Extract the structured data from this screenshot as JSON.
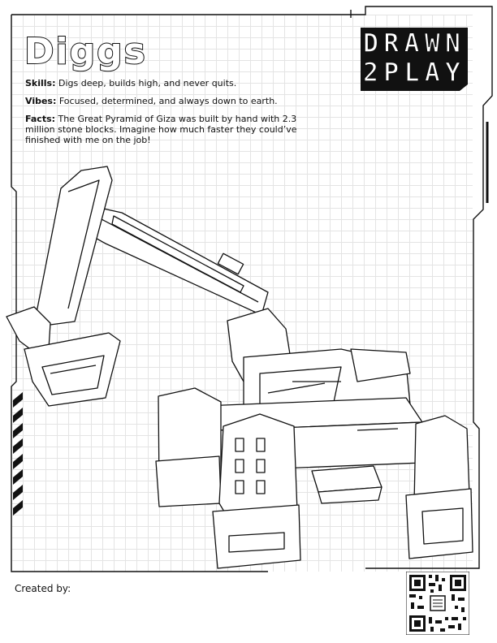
{
  "page": {
    "title": "Diggs",
    "brand_line_1": "DRAWN",
    "brand_line_2": "2PLAY"
  },
  "profile": {
    "skills_label": "Skills:",
    "skills_text": " Digs deep, builds high, and never quits.",
    "vibes_label": "Vibes:",
    "vibes_text": " Focused, determined, and always down to earth.",
    "facts_label": "Facts:",
    "facts_text": " The Great Pyramid of Giza was built by hand with 2.3 million stone blocks. Imagine how much faster they could’ve finished with me on the job!"
  },
  "footer": {
    "created_by": "Created by:"
  },
  "icons": {
    "logo": "drawn2play-logo",
    "qr": "qr-code-icon",
    "robot": "excavator-robot-line-art"
  },
  "colors": {
    "ink": "#111111",
    "paper": "#ffffff",
    "grid": "#dcdcdc"
  }
}
